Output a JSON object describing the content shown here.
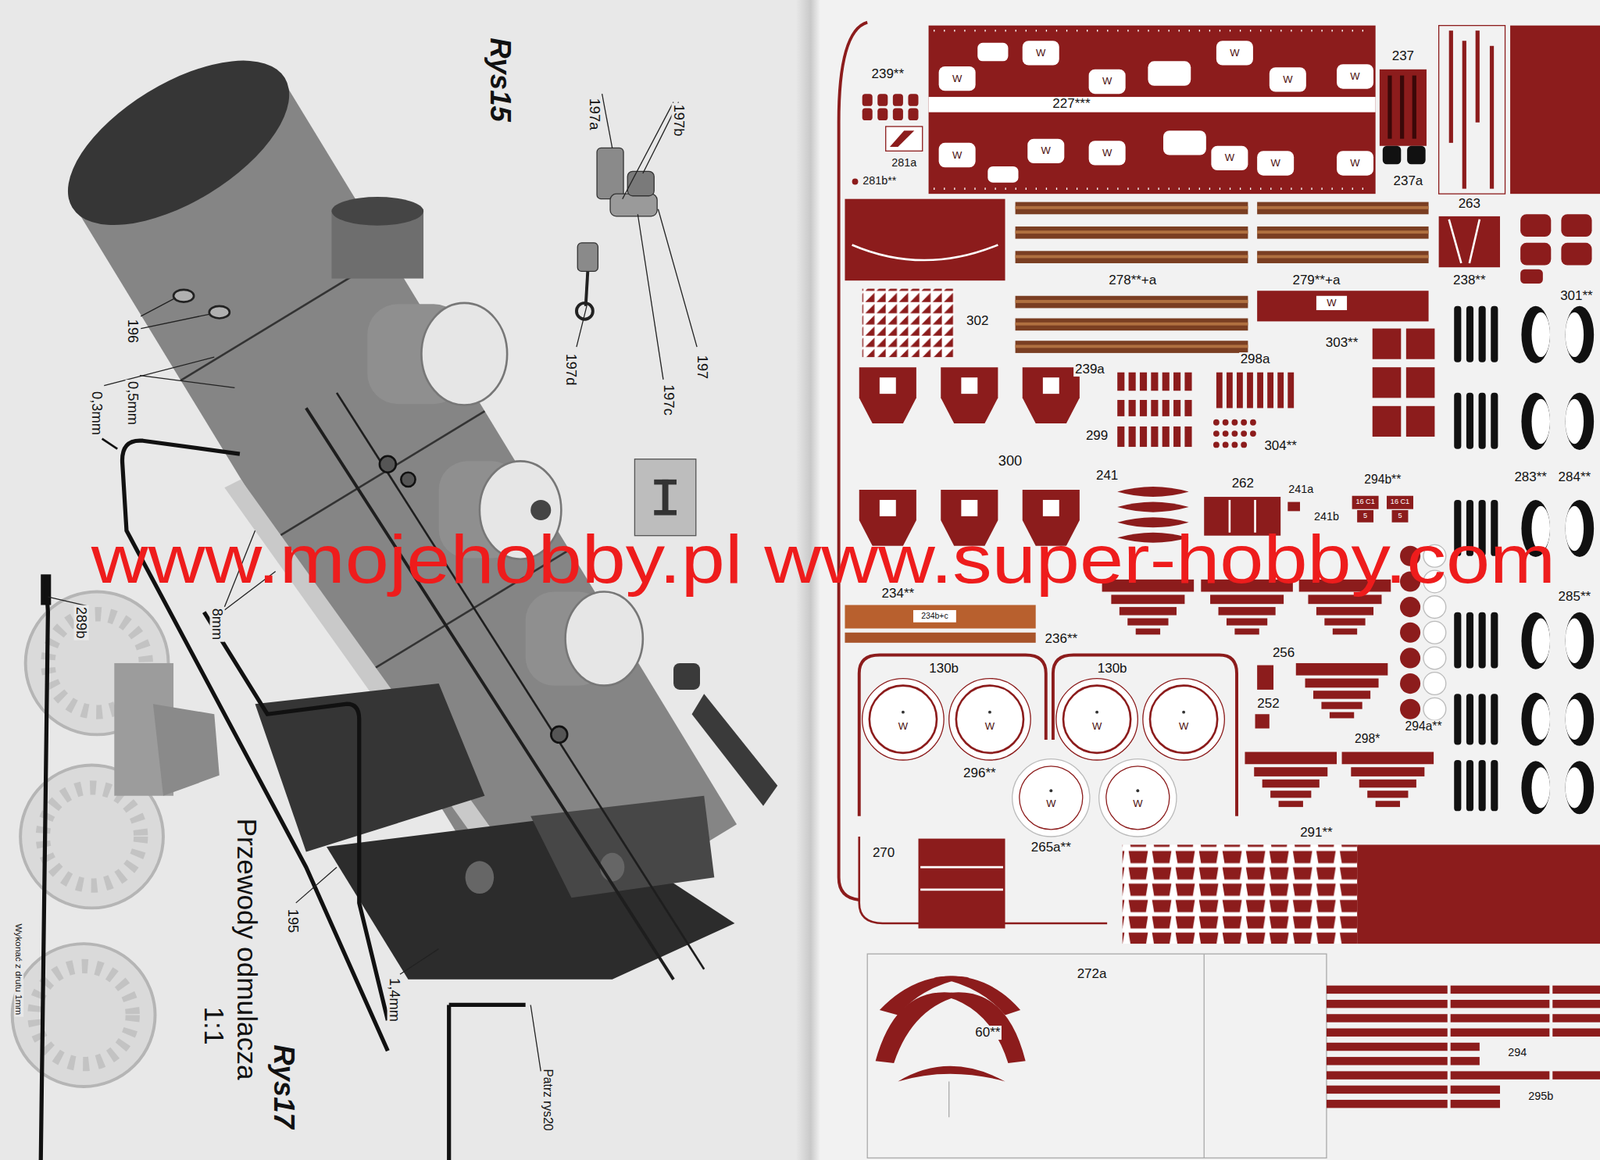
{
  "diagram": {
    "labels": [
      "Rys15",
      "197a",
      "197b",
      "197d",
      "197c",
      "197",
      "196",
      "0,3mm",
      "0,5mm",
      "289b",
      "8mm",
      "195",
      "1,4mm",
      "Patrz rys20",
      "Rys17",
      "Przewody odmulacza",
      "1:1",
      "Wykonać z drutu 1mm",
      "239**",
      "227***",
      "237",
      "281a",
      "281b**",
      "237a",
      "263",
      "238**",
      "301**",
      "278**+a",
      "279**+a",
      "302",
      "303**",
      "298a",
      "239a",
      "299",
      "300",
      "304**",
      "241",
      "262",
      "241a",
      "241b",
      "294b**",
      "16 C1",
      "16 C1",
      "5",
      "5",
      "234**",
      "234b+c",
      "236**",
      "256",
      "252",
      "294a**",
      "298*",
      "130b",
      "130b",
      "296**",
      "283**",
      "284**",
      "285**",
      "291**",
      "270",
      "265a**",
      "272a",
      "60**",
      "294",
      "295b",
      "W",
      "W",
      "W",
      "W",
      "W",
      "W",
      "W",
      "W",
      "W",
      "W",
      "W",
      "W",
      "W",
      "W",
      "W",
      "W",
      "W",
      "W",
      "W",
      "www.mojehobby.pl www.super-hobby.com"
    ]
  }
}
